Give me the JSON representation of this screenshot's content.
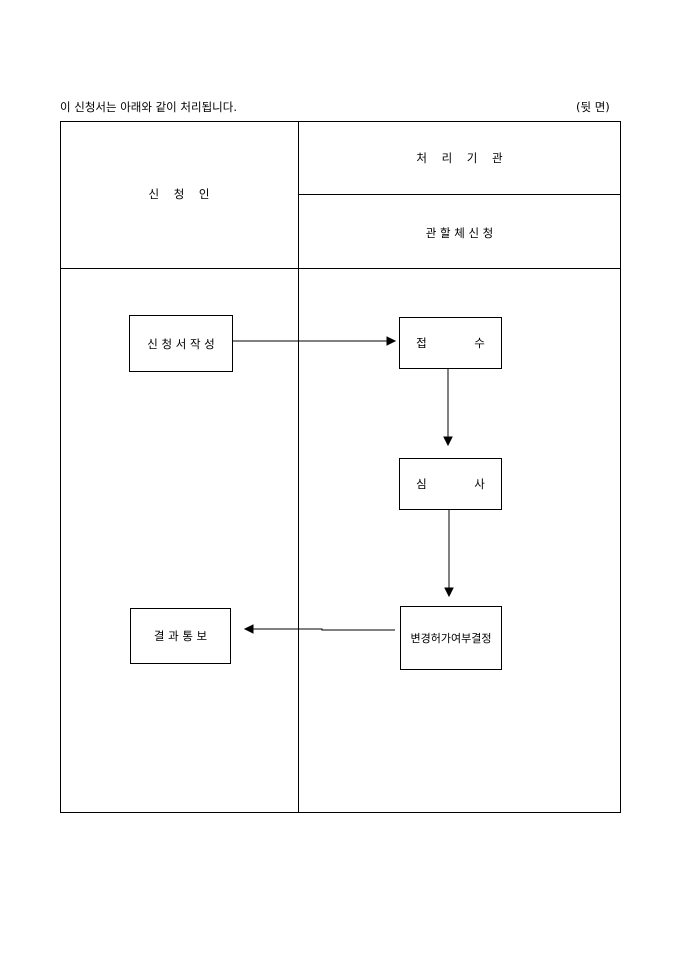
{
  "intro": "이 신청서는 아래와 같이 처리됩니다.",
  "page_side": "(뒷 면)",
  "header": {
    "applicant": "신    청    인",
    "agency": "처    리    기    관",
    "agency_sub": "관 할 체 신 청"
  },
  "flow": {
    "write": "신 청 서 작 성",
    "receive": "접             수",
    "review": "심             사",
    "decide": "변경허가여부결정",
    "notify": "결 과 통 보"
  }
}
